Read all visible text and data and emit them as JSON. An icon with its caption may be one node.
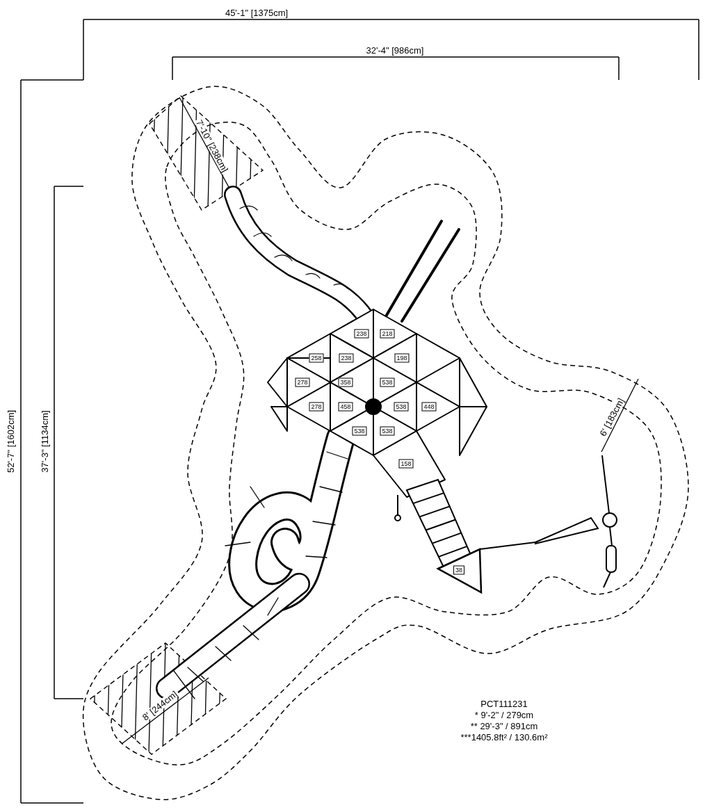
{
  "diagram": {
    "labels": [
      "45'-1\" [1375cm]",
      "32'-4\" [986cm]",
      "7'-10\" [238cm]",
      "52'-7\" [1602cm]",
      "37'-3\" [1134cm]",
      "238",
      "218",
      "258",
      "238",
      "198",
      "278",
      "358",
      "538",
      "278",
      "458",
      "538",
      "448",
      "538",
      "538",
      "158",
      "6' [183cm]",
      "38",
      "8' [244cm]",
      "PCT111231",
      "* 9'-2\" / 279cm",
      "** 29'-3\" / 891cm",
      "***1405.8ft² / 130.6m²"
    ]
  }
}
